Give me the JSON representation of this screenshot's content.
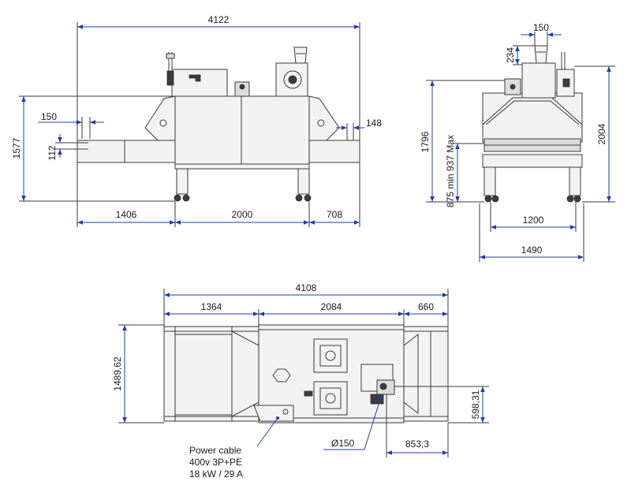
{
  "dimensions": {
    "front_view": {
      "total_length": "4122",
      "height": "1577",
      "left_section": "1406",
      "middle_section": "2000",
      "right_section": "708",
      "conveyor_width_detail": "150",
      "conveyor_height_detail": "112",
      "right_detail": "148"
    },
    "side_view": {
      "exhaust_width": "150",
      "exhaust_height": "234",
      "height_max": "1796",
      "height_total": "2004",
      "conveyor_height": "875 min 937 Max",
      "wheelbase": "1200",
      "overall_width": "1490"
    },
    "top_view": {
      "total_length": "4108",
      "left_section": "1364",
      "middle_section": "2084",
      "right_section": "660",
      "width": "1489,62",
      "exhaust_offset_y": "598,31",
      "exhaust_offset_x": "853,3",
      "exhaust_diameter": "Ø150"
    }
  },
  "notes": {
    "power_line1": "Power cable",
    "power_line2": "400v 3P+PE",
    "power_line3": "18 kW / 29 A"
  },
  "colors": {
    "line": "#3a3a3a",
    "dimension": "#1f3fa6",
    "text": "#1a1a1a"
  }
}
